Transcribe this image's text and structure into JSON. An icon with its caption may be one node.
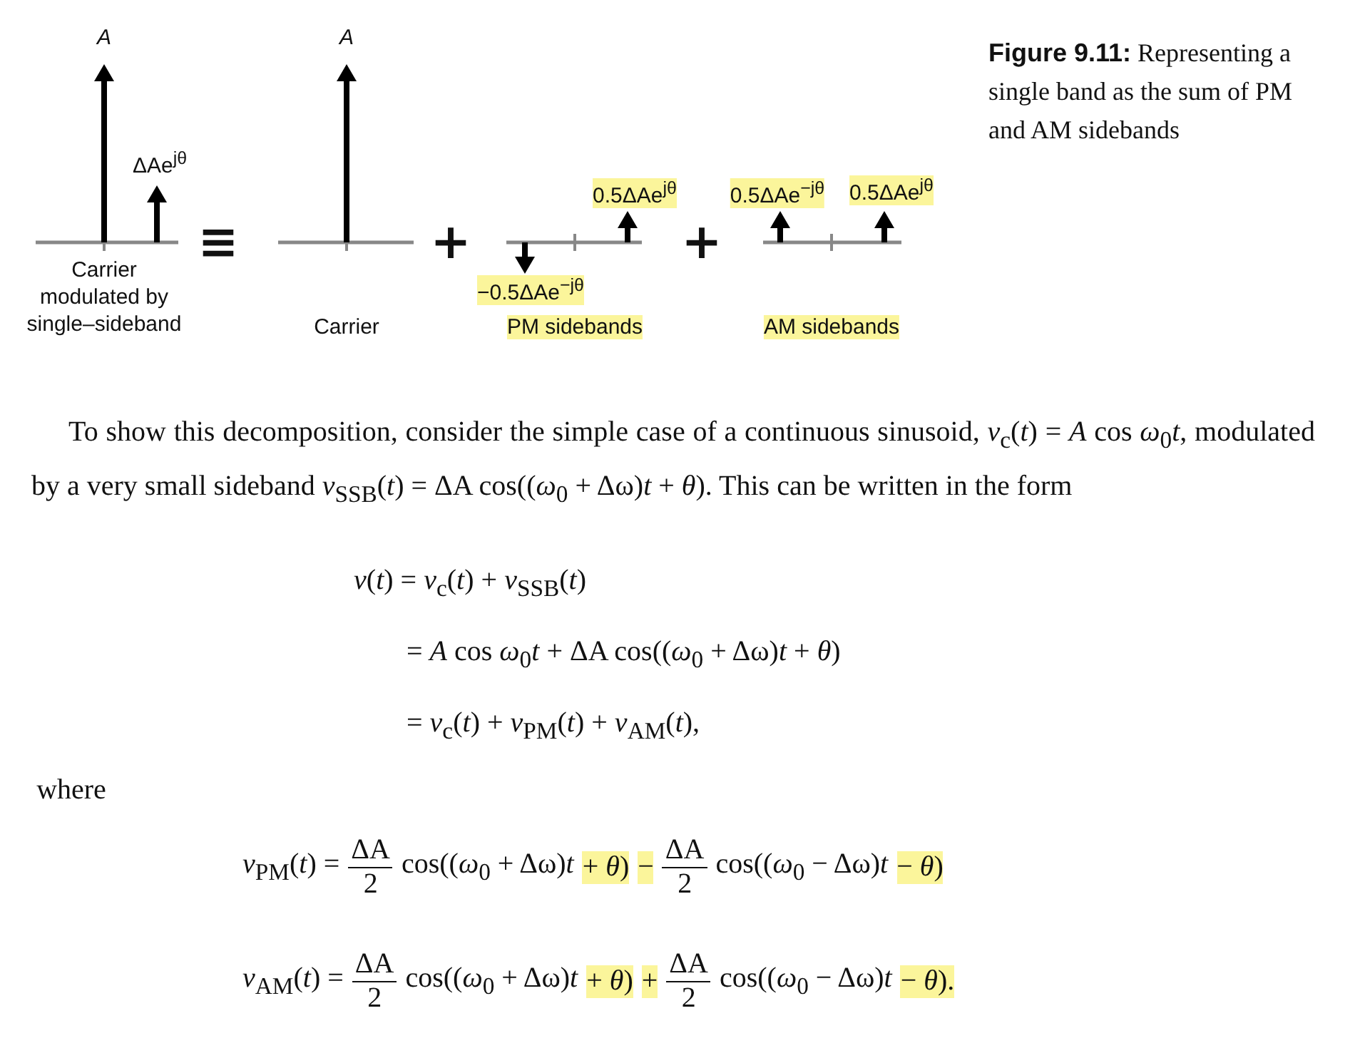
{
  "diagram": {
    "caption": "**Figure 9.11:** Representing a single band as the sum of PM and AM sidebands",
    "labels": [
      "*A*",
      "*A*",
      "ΔAe$^{jθ}$",
      "0.5ΔAe$^{jθ}$",
      "0.5ΔAe$^{−jθ}$",
      "0.5ΔAe$^{jθ}$",
      "≡",
      "+",
      "+",
      "−0.5ΔAe$^{−jθ}$",
      "Carrier modulated by single–sideband",
      "Carrier",
      "PM sidebands",
      "AM sidebands",
      "To show this decomposition, consider the simple case of a continuous sinusoid, *v*$_{c}$(*t*) = *A* cos *ω*$_{0}$*t*, modulated by a very small sideband *v*$_{SSB}$(*t*) = ΔA cos((*ω*$_{0}$ + Δω)*t* + *θ*). This can be written in the form",
      "*v*(*t*) = *v*$_{c}$(*t*) + *v*$_{SSB}$(*t*)",
      "= *A* cos *ω*$_{0}$*t* + ΔA cos((*ω*$_{0}$ + Δω)*t* + *θ*)",
      "= *v*$_{c}$(*t*) + *v*$_{PM}$(*t*) + *v*$_{AM}$(*t*),",
      "where",
      "*v*$_{PM}$(*t*) =",
      "ΔA",
      "2",
      "cos((*ω*$_{0}$ + Δω)*t*",
      "+ *θ*)",
      "−",
      "ΔA",
      "2",
      "cos((*ω*$_{0}$ − Δω)*t*",
      "− *θ*)",
      "*v*$_{AM}$(*t*) =",
      "ΔA",
      "2",
      "cos((*ω*$_{0}$ + Δω)*t*",
      "+ *θ*)",
      "+",
      "ΔA",
      "2",
      "cos((*ω*$_{0}$ − Δω)*t*",
      "− *θ*)."
    ]
  }
}
